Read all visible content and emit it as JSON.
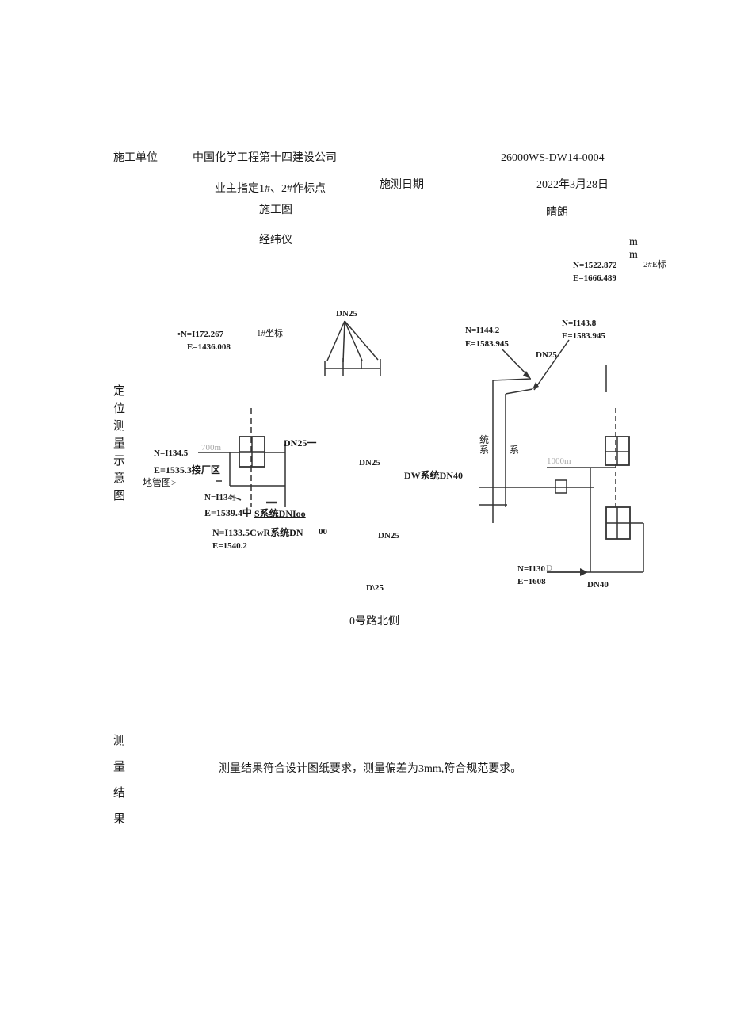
{
  "header": {
    "construction_unit_label": "施工单位",
    "construction_unit_value": "中国化学工程第十四建设公司",
    "doc_number": "26000WS-DW14-0004",
    "reference_points": "业主指定1#、2#作标点",
    "survey_date_label": "施测日期",
    "survey_date_value": "2022年3月28日",
    "basis": "施工图",
    "weather": "晴朗",
    "instrument": "经纬仪",
    "unit_m1": "m",
    "unit_m2": "m"
  },
  "section_labels": {
    "layout": [
      "定",
      "位",
      "测",
      "量",
      "示",
      "意",
      "图"
    ],
    "result": [
      "测",
      "量",
      "结",
      "果"
    ]
  },
  "diagram": {
    "pt2_n": "N=1522.872",
    "pt2_e": "E=1666.489",
    "pt2_tag": "2#E标",
    "dn25_top": "DN25",
    "pt1_n": "•N=I172.267",
    "pt1_e": "E=1436.008",
    "pt1_tag": "1#坐标",
    "n1442": "N=I144.2",
    "e15839a": "E=1583.945",
    "n1438": "N=I143.8",
    "e15839b": "E=1583.945",
    "dn25_right": "DN25",
    "dn25_yi": "DN25一",
    "n1345": "N=I134.5",
    "e15353": "E=1535.3接厂区",
    "pipe_map": "地管图>",
    "dn25_mid": "DN25",
    "dw_sys": "DW系统DN40",
    "n134": "N=I134",
    "n134_suffix": "·1",
    "e15394": "E=1539.4中",
    "s_sys": "S系统DNIoo",
    "n1335": "N=I133.5CwR系统DN",
    "n1335_tail": "00",
    "e15402": "E=1540.2",
    "dn25_low": "DN25",
    "n130": "N=I130",
    "n130_tail": "D",
    "e1608": "E=1608",
    "dn40": "DN40",
    "d25": "D\\25",
    "road": "0号路北侧",
    "tong": "统",
    "xi_a": "系",
    "xi_b": "系",
    "faint_700": "700m",
    "faint_1000": "1000m"
  },
  "result_text": "测量结果符合设计图纸要求，测量偏差为3mm,符合规范要求。"
}
